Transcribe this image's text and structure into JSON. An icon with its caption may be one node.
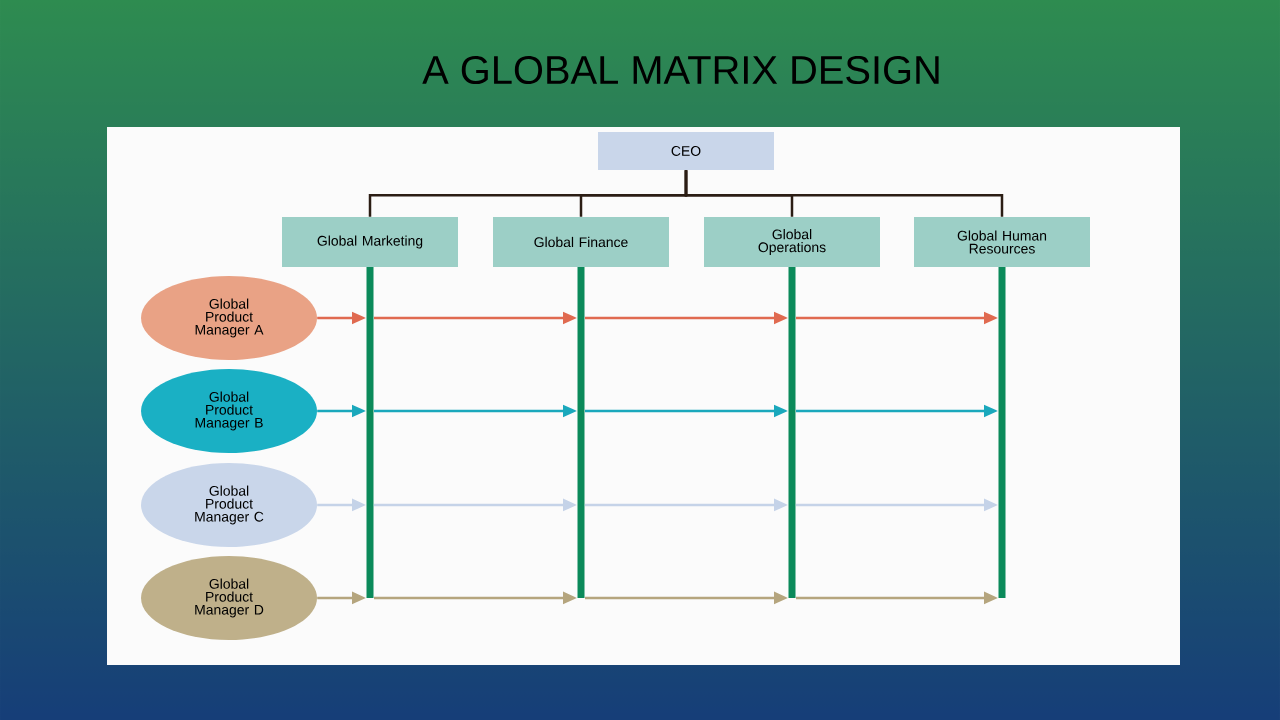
{
  "diagram": {
    "title": "A GLOBAL MATRIX DESIGN",
    "nodes": [
      {
        "text": [
          "CEO"
        ]
      },
      {
        "text": [
          "Global Marketing"
        ]
      },
      {
        "text": [
          "Global Finance"
        ]
      },
      {
        "text": [
          "Global Operations"
        ]
      },
      {
        "text": [
          "Global Human Resources"
        ]
      },
      {
        "text": [
          "Global Product Manager A"
        ]
      },
      {
        "text": [
          "Global Product Manager B"
        ]
      },
      {
        "text": [
          "Global Product Manager C"
        ]
      },
      {
        "text": [
          "Global Product Manager D"
        ]
      }
    ],
    "edges": [
      {
        "from": 0,
        "to": 1,
        "arrow": "none",
        "color": "#2b1d14"
      },
      {
        "from": 0,
        "to": 2,
        "arrow": "none",
        "color": "#2b1d14"
      },
      {
        "from": 0,
        "to": 3,
        "arrow": "none",
        "color": "#2b1d14"
      },
      {
        "from": 0,
        "to": 4,
        "arrow": "none",
        "color": "#2b1d14"
      },
      {
        "from": 5,
        "to": 1,
        "arrow": "to",
        "color": "#e06a50"
      },
      {
        "from": 1,
        "to": 2,
        "arrow": "to",
        "color": "#e06a50"
      },
      {
        "from": 2,
        "to": 3,
        "arrow": "to",
        "color": "#e06a50"
      },
      {
        "from": 3,
        "to": 4,
        "arrow": "to",
        "color": "#e06a50"
      },
      {
        "from": 6,
        "to": 1,
        "arrow": "to",
        "color": "#1aa8bc"
      },
      {
        "from": 1,
        "to": 2,
        "arrow": "to",
        "color": "#1aa8bc"
      },
      {
        "from": 2,
        "to": 3,
        "arrow": "to",
        "color": "#1aa8bc"
      },
      {
        "from": 3,
        "to": 4,
        "arrow": "to",
        "color": "#1aa8bc"
      },
      {
        "from": 7,
        "to": 1,
        "arrow": "to",
        "color": "#c5d3e8"
      },
      {
        "from": 1,
        "to": 2,
        "arrow": "to",
        "color": "#c5d3e8"
      },
      {
        "from": 2,
        "to": 3,
        "arrow": "to",
        "color": "#c5d3e8"
      },
      {
        "from": 3,
        "to": 4,
        "arrow": "to",
        "color": "#c5d3e8"
      },
      {
        "from": 8,
        "to": 1,
        "arrow": "to",
        "color": "#b5a57e"
      },
      {
        "from": 1,
        "to": 2,
        "arrow": "to",
        "color": "#b5a57e"
      },
      {
        "from": 2,
        "to": 3,
        "arrow": "to",
        "color": "#b5a57e"
      },
      {
        "from": 3,
        "to": 4,
        "arrow": "to",
        "color": "#b5a57e"
      }
    ]
  }
}
